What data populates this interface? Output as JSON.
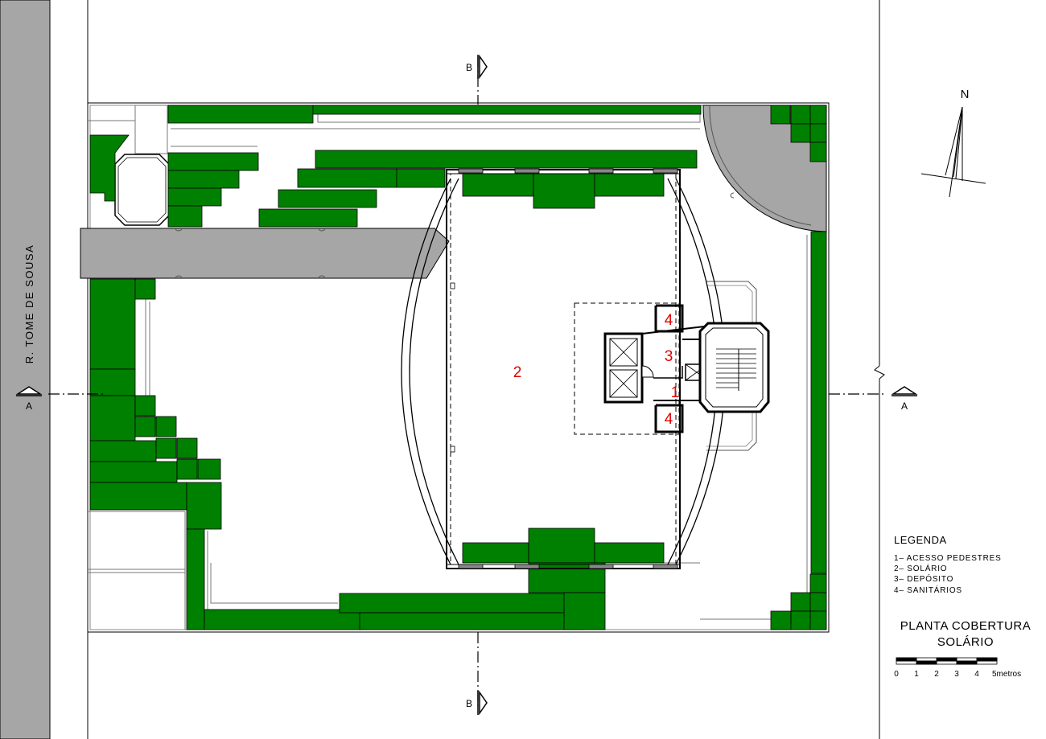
{
  "street_name": "R. TOME DE SOUSA",
  "section_markers": {
    "a": "A",
    "b": "B"
  },
  "north_label": "N",
  "room_numbers": {
    "access": "1",
    "solarium": "2",
    "storage": "3",
    "restroom_top": "4",
    "restroom_bottom": "4"
  },
  "legend": {
    "title": "LEGENDA",
    "items": [
      "1– ACESSO PEDESTRES",
      "2– SOLÁRIO",
      "3– DEPÓSITO",
      "4– SANITÁRIOS"
    ]
  },
  "drawing_title": {
    "line1": "PLANTA COBERTURA",
    "line2": "SOLÁRIO"
  },
  "scale_bar": {
    "labels": [
      "0",
      "1",
      "2",
      "3",
      "4",
      "5metros"
    ]
  },
  "colors": {
    "planting": "#008000",
    "paving": "#a6a6a6",
    "street": "#a6a6a6",
    "room_numbers": "#e00000",
    "lines": "#000000"
  }
}
